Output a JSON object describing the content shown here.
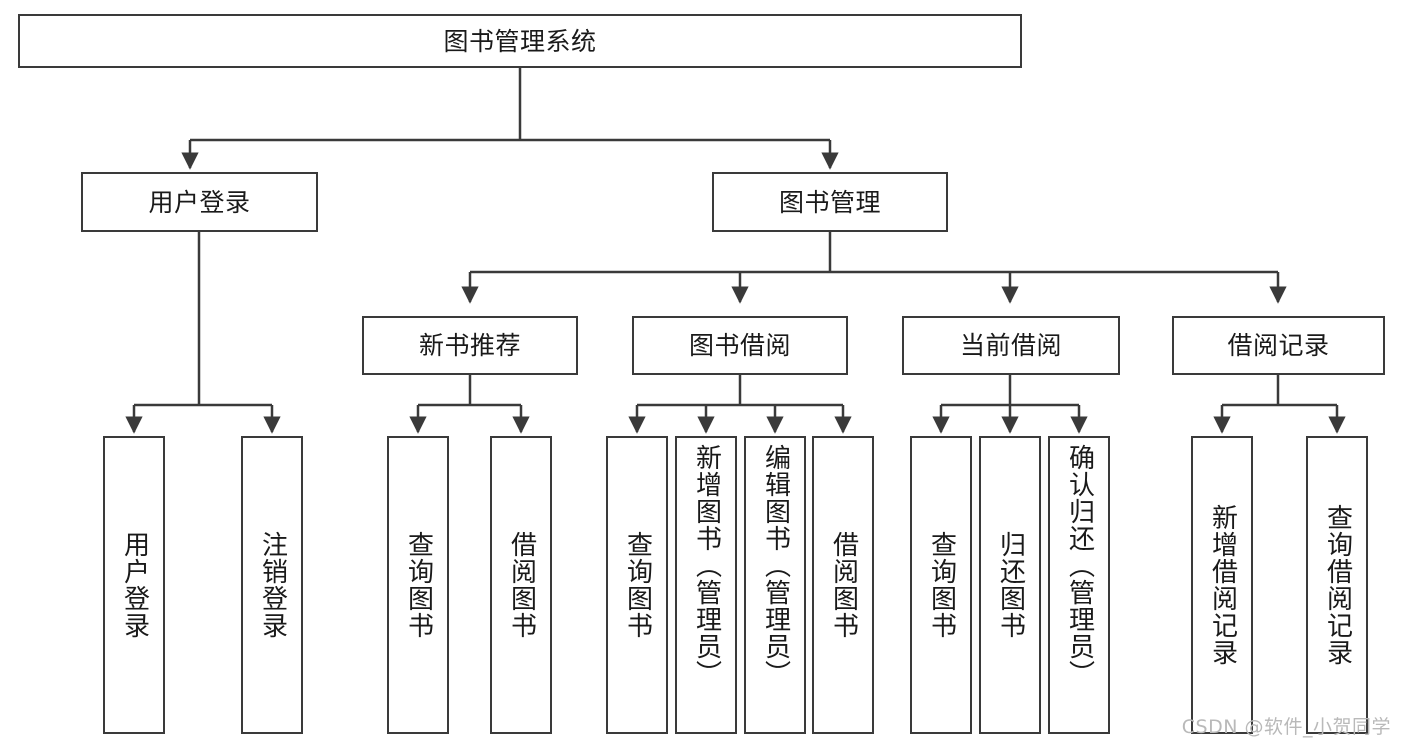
{
  "diagram": {
    "type": "tree",
    "title": "图书管理系统",
    "orientation": "top-down",
    "watermark": "CSDN @软件_小贺同学",
    "colors": {
      "stroke": "#3a3a3a",
      "fill": "#ffffff",
      "text": "#1a1a1a",
      "watermark": "#b9b9b9"
    },
    "nodes": {
      "root": {
        "label": "图书管理系统"
      },
      "level2": [
        {
          "id": "user-login",
          "label": "用户登录"
        },
        {
          "id": "book-management",
          "label": "图书管理"
        }
      ],
      "level3": [
        {
          "id": "new-book-recommend",
          "label": "新书推荐"
        },
        {
          "id": "book-borrow",
          "label": "图书借阅"
        },
        {
          "id": "current-borrow",
          "label": "当前借阅"
        },
        {
          "id": "borrow-record",
          "label": "借阅记录"
        }
      ],
      "leaves": {
        "user_login": [
          {
            "id": "leaf-user-login",
            "label": "用户登录"
          },
          {
            "id": "leaf-logout-login",
            "label": "注销登录"
          }
        ],
        "new_book_recommend": [
          {
            "id": "leaf-query-book-1",
            "label": "查询图书"
          },
          {
            "id": "leaf-borrow-book-1",
            "label": "借阅图书"
          }
        ],
        "book_borrow": [
          {
            "id": "leaf-query-book-2",
            "label": "查询图书"
          },
          {
            "id": "leaf-add-book-admin",
            "label": "新增图书（管理员）"
          },
          {
            "id": "leaf-edit-book-admin",
            "label": "编辑图书（管理员）"
          },
          {
            "id": "leaf-borrow-book-2",
            "label": "借阅图书"
          }
        ],
        "current_borrow": [
          {
            "id": "leaf-query-book-3",
            "label": "查询图书"
          },
          {
            "id": "leaf-return-book",
            "label": "归还图书"
          },
          {
            "id": "leaf-confirm-return-admin",
            "label": "确认归还（管理员）"
          }
        ],
        "borrow_record": [
          {
            "id": "leaf-add-borrow-record",
            "label": "新增借阅记录"
          },
          {
            "id": "leaf-query-borrow-record",
            "label": "查询借阅记录"
          }
        ]
      }
    }
  }
}
